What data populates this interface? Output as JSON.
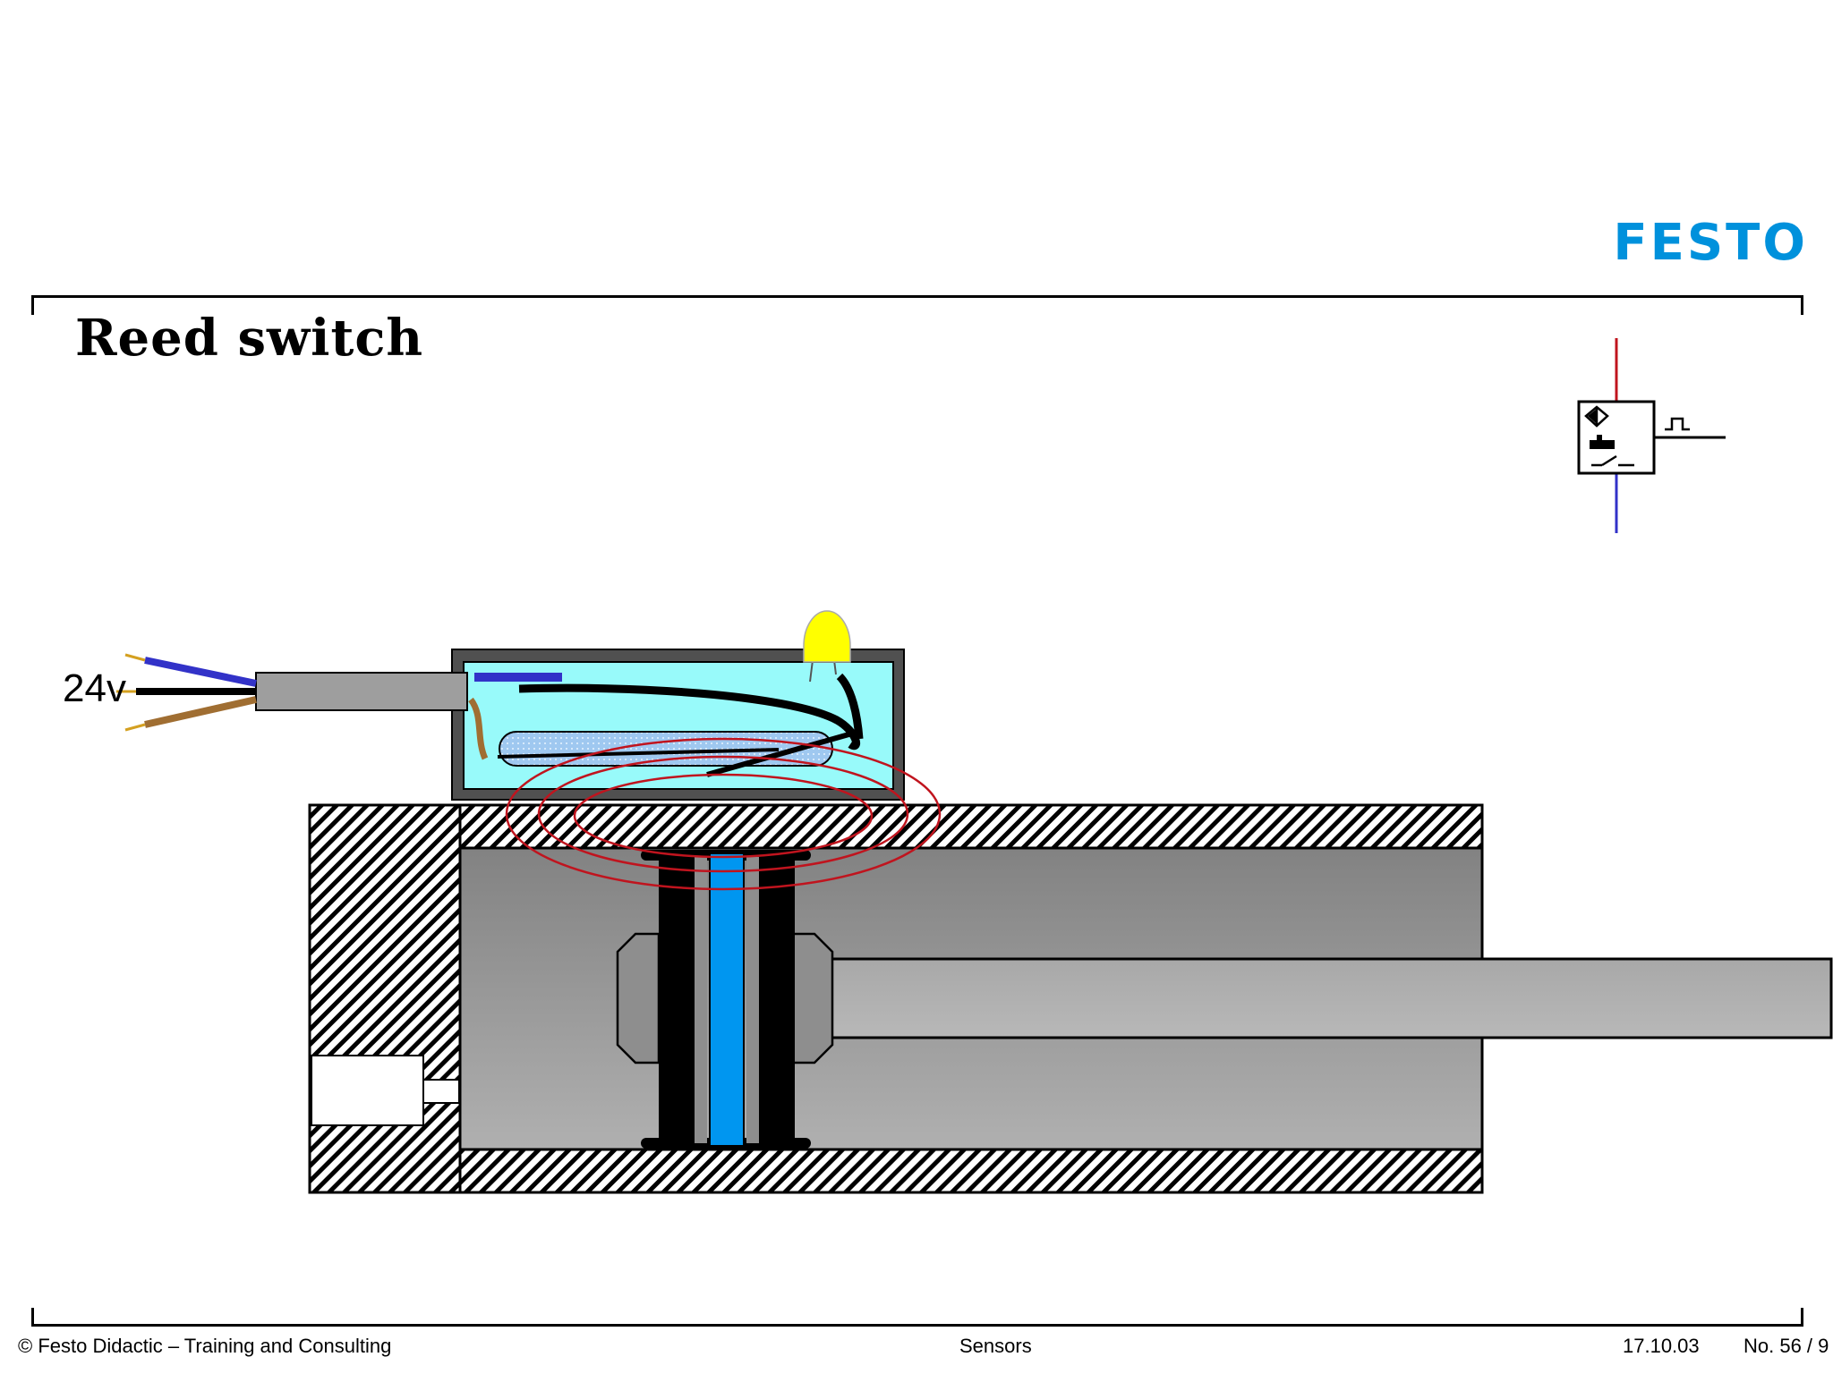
{
  "brand": {
    "logo_text": "FESTO",
    "color": "#0091dc"
  },
  "slide": {
    "title": "Reed switch"
  },
  "diagram": {
    "supply_label": "24v"
  },
  "footer": {
    "copyright": "© Festo Didactic – Training and Consulting",
    "topic": "Sensors",
    "date": "17.10.03",
    "page": "No. 56 / 9"
  },
  "colors": {
    "housing_fill": "#98fafa",
    "cylinder_gray": "#9e9e9e",
    "piston_magnet": "#0096f0",
    "field_lines": "#c0141e",
    "led": "#ffff00",
    "wire_blue": "#3232c8",
    "wire_brown": "#a06e32",
    "wire_black": "#000000"
  }
}
